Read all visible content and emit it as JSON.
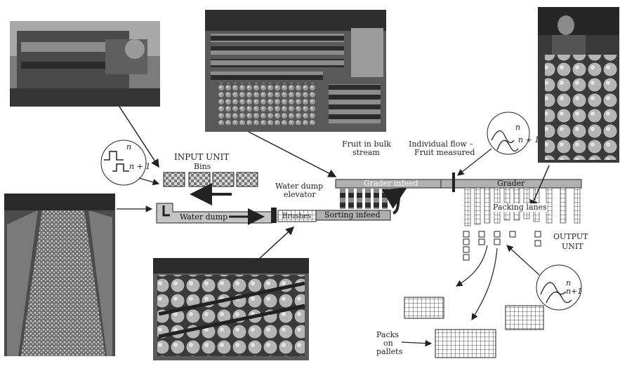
{
  "labels": {
    "input_unit": "INPUT UNIT",
    "bins": "Bins",
    "water_dump": "Water dump",
    "water_dump_elevator_line1": "Water dump",
    "water_dump_elevator_line2": "elevator",
    "brushes": "Brushes",
    "sorting_infeed": "Sorting infeed",
    "fruit_bulk_line1": "Fruit in bulk",
    "fruit_bulk_line2": "stream",
    "individual_flow_line1": "Individual flow –",
    "individual_flow_line2": "Fruit measured",
    "grader_infeed": "Grader infeed",
    "grader": "Grader",
    "packing_lanes": "Packing lanes",
    "output_line1": "OUTPUT",
    "output_line2": "UNIT",
    "packs_line1": "Packs",
    "packs_line2": "on",
    "packs_line3": "pallets"
  },
  "distribution_symbols": {
    "n": "n",
    "n_plus_1": "n + 1"
  },
  "colors": {
    "line": "#222222",
    "bar_fill": "#a8a8a8",
    "bin_fill": "#c8c8c8",
    "photo_dark": "#3a3a3a",
    "photo_mid": "#8a8a8a"
  }
}
